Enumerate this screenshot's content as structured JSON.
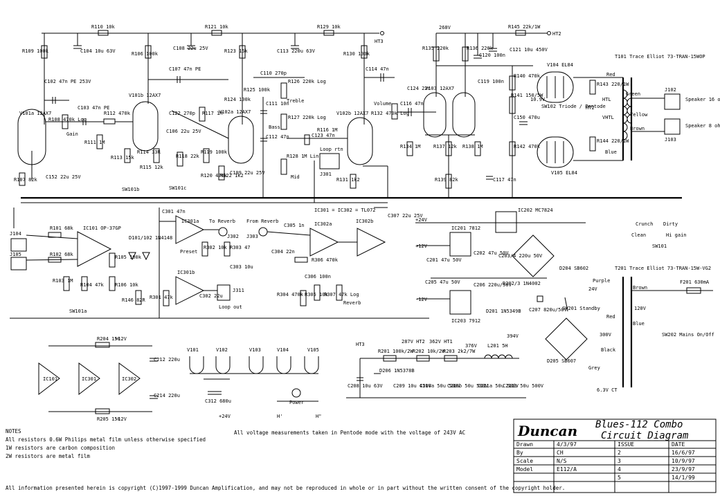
{
  "title_block": {
    "product": "Blues-112 Combo",
    "doc_title": "Circuit Diagram",
    "logo_text": "Duncan",
    "fields": [
      {
        "label": "Drawn",
        "value": "4/3/97"
      },
      {
        "label": "By",
        "value": "CH"
      },
      {
        "label": "Scale",
        "value": "N/S"
      },
      {
        "label": "Model",
        "value": "E112/A"
      }
    ],
    "issue_header": "ISSUE",
    "date_header": "DATE",
    "issues": [
      {
        "issue": "2",
        "date": "16/6/97"
      },
      {
        "issue": "3",
        "date": "10/9/97"
      },
      {
        "issue": "4",
        "date": "23/9/97"
      },
      {
        "issue": "5",
        "date": "14/1/99"
      }
    ]
  },
  "notes": {
    "heading": "NOTES",
    "lines": [
      "All resistors 0.6W Philips metal film unless otherwise specified",
      "1W resistors are carbon composition",
      "2W resistors are metal film"
    ],
    "copyright": "All information presented herein is copyright (C)1997-1999 Duncan Amplification, and may not be reproduced in whole or in part without the written consent of the copyright holder.",
    "voltage_note": "All voltage measurements taken in Pentode mode with the voltage of 243V AC"
  },
  "labels": {
    "top_rail": [
      "R110 10k",
      "R121 10k",
      "R129 10k",
      "HT3",
      "268V",
      "R145 22k/1W",
      "HT2"
    ],
    "preamp": [
      "R109 100k",
      "C102 47n PE 253V",
      "V101a 12AX7",
      "R108 470k Log",
      "Gain",
      "C103 47n PE",
      "R112 470k",
      "R111 1M",
      "R107 82k",
      "C152 22u 25V",
      "C104 10u 63V",
      "R106 100k",
      "V101b 12AX7",
      "C107 47n PE",
      "C122 270p",
      "R117 1M",
      "R113 15k",
      "R114 33R",
      "R115 12k",
      "SW101b",
      "C106 22u 25V",
      "R118 22k",
      "R119 100k",
      "R120 470k",
      "R122 1k2",
      "SW101c",
      "C108 22u 25V",
      "C109 22u 25V",
      "R123 15k",
      "R124 100k",
      "V102a 12AX7",
      "R125 100k",
      "C110 270p",
      "C111 10n",
      "C112 47n",
      "R126 220k Log",
      "Treble",
      "R127 220k Log",
      "Bass",
      "R128 1M Lin",
      "Mid",
      "C113 220u 63V",
      "C123 47n",
      "R130 100k",
      "R131 1k2",
      "R116 1M",
      "V102b 12AX7",
      "Loop rtn",
      "J301",
      "C114 47n",
      "R132 470k Log",
      "Volume",
      "C124 22n",
      "C116 47n"
    ],
    "power_amp": [
      "R135 220k",
      "R136 220k",
      "C120 100n",
      "C121 10u 450V",
      "V103 12AX7",
      "C119 100n",
      "R134 1M",
      "R137 12k",
      "R138 1M",
      "R139 82k",
      "C117 47n",
      "R140 470k",
      "R141 150/5W",
      "10.9V",
      "C150 470u",
      "SW102 Triode / Pentode",
      "HT2",
      "R142 470k",
      "R143 220/1W",
      "R144 220/1W",
      "V104 EL84",
      "V105 EL84",
      "T101 Trace Elliot 73-TRAN-15WOP",
      "Red",
      "Green",
      "Yellow",
      "Brown",
      "Blue",
      "HTL",
      "VHTL",
      "J102",
      "Speaker 16 ohm",
      "Speaker 8 ohm",
      "J103"
    ],
    "reverb": [
      "C301 47n",
      "IC301a",
      "To Reverb",
      "J302",
      "Preset",
      "R302 10k",
      "R303 47",
      "C303 10u",
      "IC301b",
      "R301 47k",
      "C302 22u",
      "J311",
      "Loop out",
      "From Reverb",
      "J303",
      "C305 1n",
      "C304 22n",
      "IC302a",
      "R306 470k",
      "C306 100n",
      "R304 470k",
      "R305 10k",
      "R307 47k Log",
      "Reverb",
      "IC301 = IC302 = TL072",
      "IC302b",
      "C307 22u 25V"
    ],
    "fx": [
      "J104",
      "J105",
      "R101 68k",
      "R102 68k",
      "R103 1M",
      "IC101 OP-37GP",
      "D101/102 1N4148",
      "R105 100k",
      "R104 47k",
      "R106 10k",
      "R146 82R",
      "SW101a"
    ],
    "ic_power": [
      "R204 150",
      "+12V",
      "IC101",
      "IC301",
      "IC302",
      "C212 220u",
      "C214 220u",
      "R205 150",
      "-12V"
    ],
    "heaters": [
      "V101",
      "V102",
      "V103",
      "V104",
      "V105",
      "C312 680u",
      "+24V",
      "Power",
      "H'",
      "H\""
    ],
    "regulator": [
      "+24V",
      "IC202 MC7824",
      "IC201 7812",
      "+12V",
      "C201 47u 50V",
      "C202 47u 50V",
      "C203/4 220u 50V",
      "C205 47u 50V",
      "C206 220u/50V",
      "D202/3 1N4002",
      "D201 1N5349B",
      "IC203 7912",
      "-12V",
      "C207 820u/50V",
      "D204 SB602",
      "24V",
      "Purple",
      "T201 Trace Elliot 73-TRAN-15W-VG2",
      "F201 630mA",
      "Brown",
      "120V",
      "Blue",
      "SW201 Standby",
      "Red",
      "300V",
      "Black",
      "SW202 Mains On/Off",
      "D205 SB607",
      "Grey",
      "6.3V CT",
      "Crunch",
      "Dirty",
      "Clean",
      "Hi gain",
      "SW101"
    ],
    "psu_chain": [
      "HT3",
      "287V HT2",
      "362V HT1",
      "376V",
      "394V",
      "R201 100k/2W",
      "R202 10k/2W",
      "R203 2k2/7W",
      "L201 5H",
      "D206 1N5378B",
      "C208 10u 63V",
      "C209 10u 450V",
      "C210a 50u 500V",
      "C210b 50u 500V",
      "C211a 50u 500V",
      "C211b 50u 500V"
    ]
  }
}
